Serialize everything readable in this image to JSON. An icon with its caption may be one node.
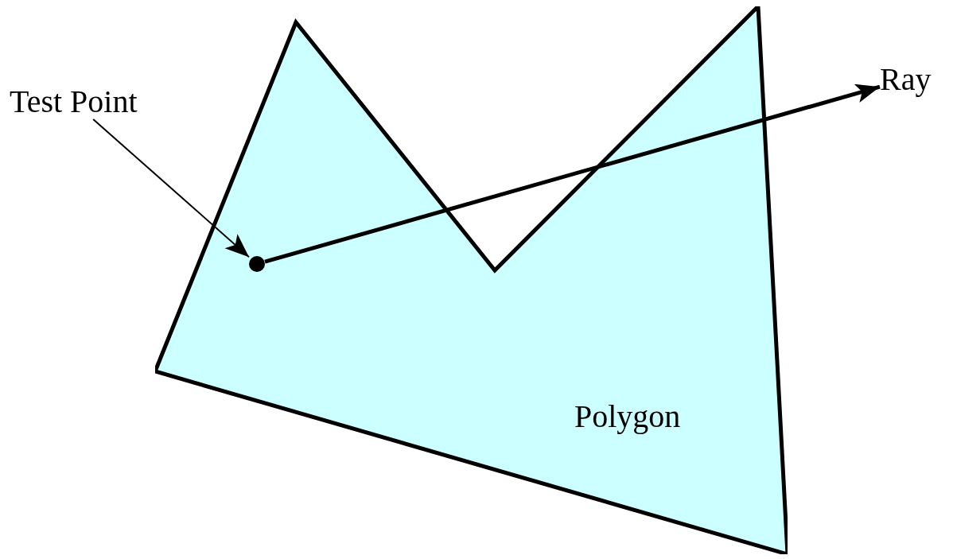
{
  "diagram": {
    "nodes": [
      {
        "text": [
          "Test Point"
        ]
      },
      {
        "text": [
          "Polygon"
        ]
      },
      {
        "text": [],
        "shape": "circle",
        "in": 1
      },
      {
        "text": [
          "Ray"
        ]
      }
    ],
    "edges": [
      {
        "from": 0,
        "to": 2,
        "arrow": "to"
      },
      {
        "from": 2,
        "to": 3,
        "arrow": "to",
        "style": "thick"
      }
    ]
  }
}
